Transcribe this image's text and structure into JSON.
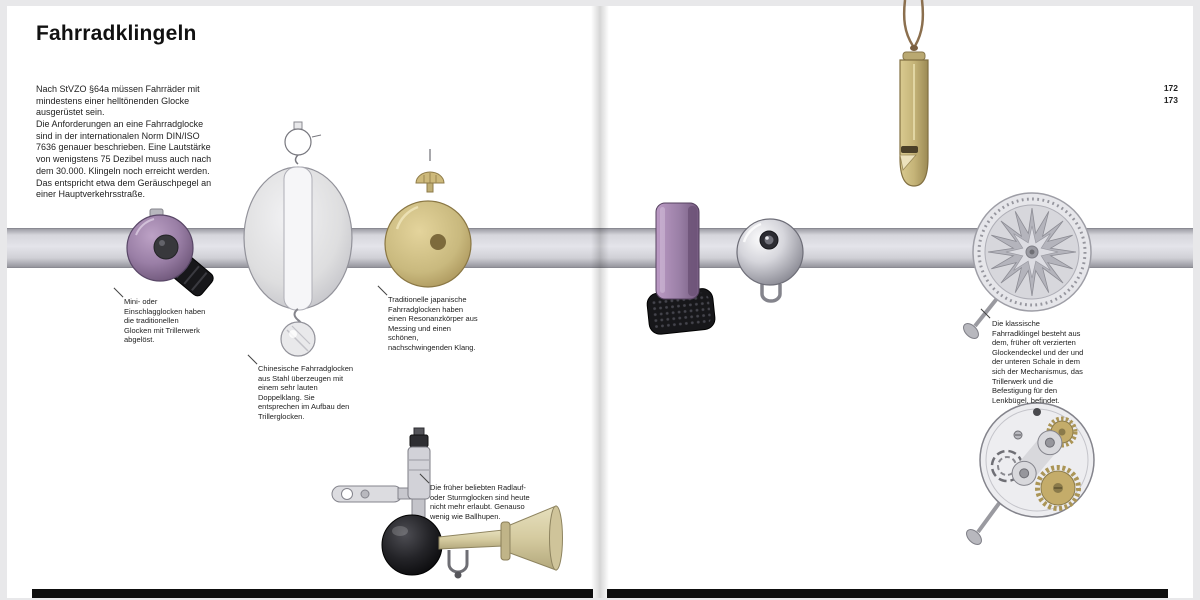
{
  "book": {
    "title": "Fahrradklingeln",
    "page_numbers": [
      "172",
      "173"
    ],
    "intro": {
      "p1": "Nach StVZO §64a müssen Fahrräder mit mindestens einer helltönenden Glocke ausgerüstet sein.",
      "p2": "Die Anforderungen an eine Fahrradglocke sind in der internationalen Norm DIN/ISO 7636 genauer beschrieben. Eine Lautstärke von wenigstens 75 Dezibel muss auch nach dem 30.000. Klingeln noch erreicht werden. Das entspricht etwa dem Geräuschpegel an einer Hauptverkehrsstraße."
    },
    "captions": {
      "mini_bell": "Mini- oder Einschlagglocken haben die traditionellen Glocken mit Trillerwerk abgelöst.",
      "chinese_bell": "Chinesische Fahrradglocken aus Stahl überzeugen mit einem sehr lauten Doppelklang. Sie entsprechen im Aufbau den Trillerglocken.",
      "japanese_bell": "Traditionelle japanische Fahrradglocken haben einen Resonanzkörper aus Messing und einen schönen, nachschwingenden Klang.",
      "bulb_horn": "Die früher beliebten Radlauf- oder Sturmglocken sind heute nicht mehr erlaubt. Genauso wenig wie Ballhupen.",
      "classic_bell": "Die klassische Fahrradklingel besteht aus dem, früher oft verzierten Glockendeckel und der und der unteren Schale in dem sich der Mechanismus, das Trillerwerk und die Befestigung für den Lenkbügel, befindet."
    },
    "colors": {
      "purple": "#9a7fa6",
      "brass": "#c9b97e",
      "silver": "#c6c6cc",
      "ink": "#1a1a1a",
      "handlebar_gray": "#d8d8de"
    }
  }
}
